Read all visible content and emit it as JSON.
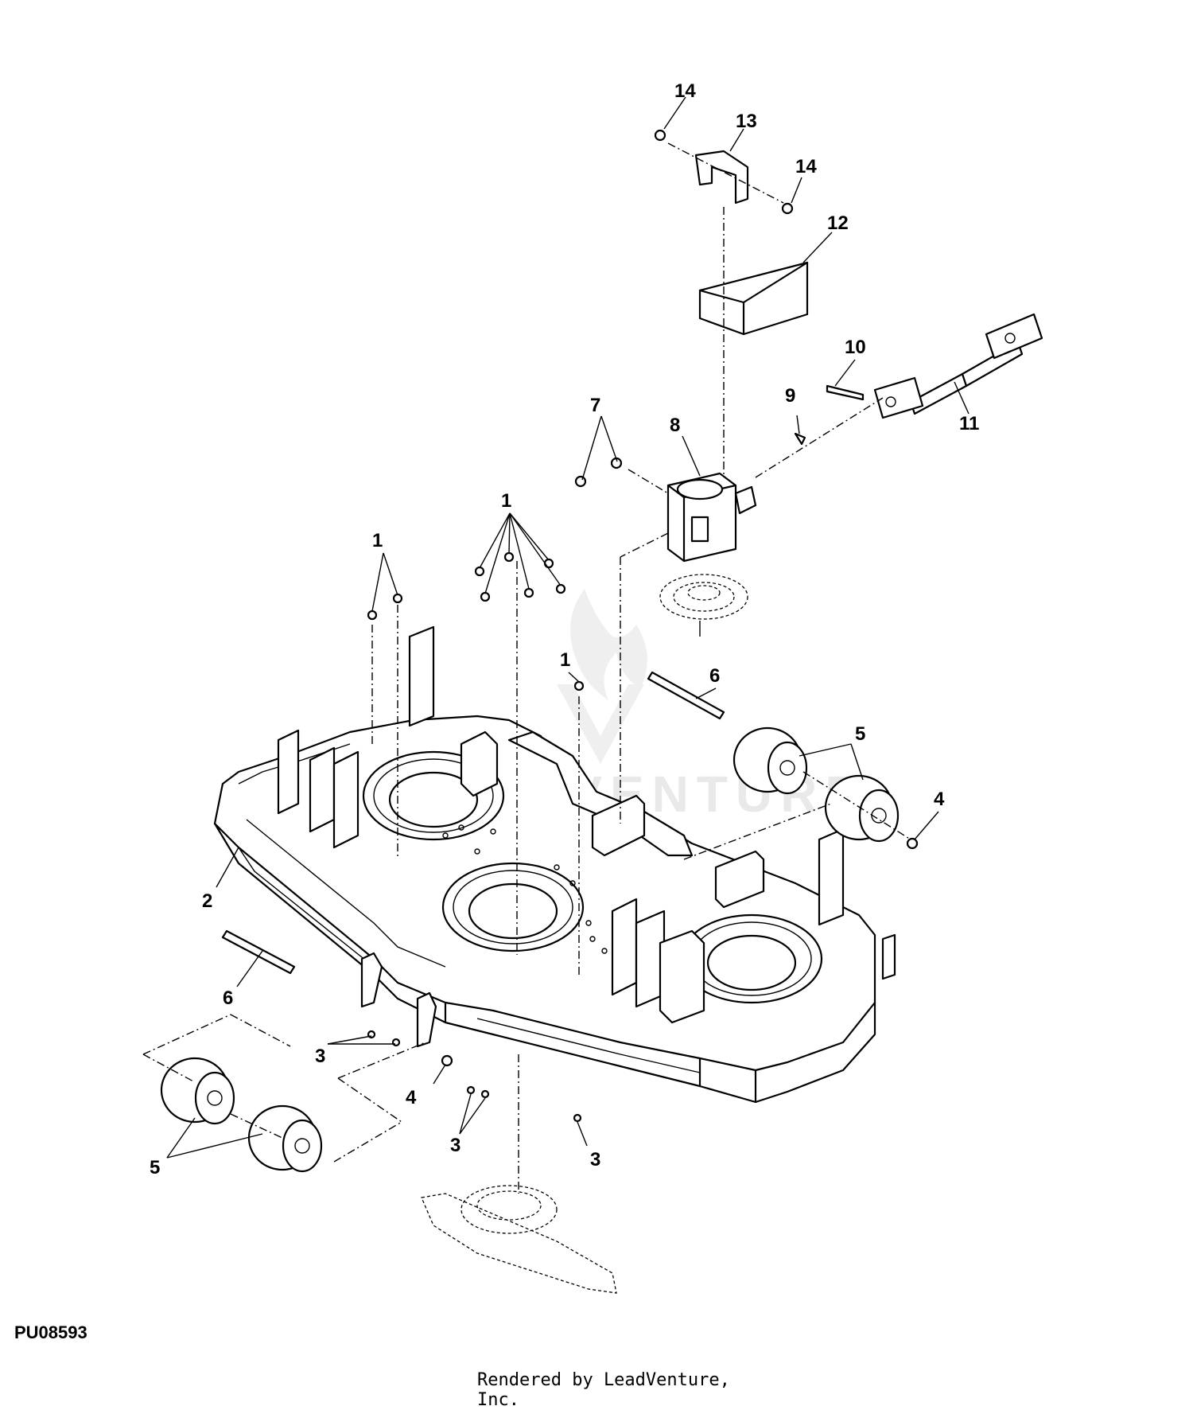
{
  "figure_id": "PU08593",
  "credit": "Rendered by LeadVenture, Inc.",
  "watermark_text": "LEADVENTURE",
  "callouts": [
    {
      "id": "c14a",
      "label": "14"
    },
    {
      "id": "c13",
      "label": "13"
    },
    {
      "id": "c14b",
      "label": "14"
    },
    {
      "id": "c12",
      "label": "12"
    },
    {
      "id": "c10",
      "label": "10"
    },
    {
      "id": "c9",
      "label": "9"
    },
    {
      "id": "c11",
      "label": "11"
    },
    {
      "id": "c7",
      "label": "7"
    },
    {
      "id": "c8",
      "label": "8"
    },
    {
      "id": "c1a",
      "label": "1"
    },
    {
      "id": "c1b",
      "label": "1"
    },
    {
      "id": "c1c",
      "label": "1"
    },
    {
      "id": "c6a",
      "label": "6"
    },
    {
      "id": "c5a",
      "label": "5"
    },
    {
      "id": "c4a",
      "label": "4"
    },
    {
      "id": "c2",
      "label": "2"
    },
    {
      "id": "c6b",
      "label": "6"
    },
    {
      "id": "c3a",
      "label": "3"
    },
    {
      "id": "c4b",
      "label": "4"
    },
    {
      "id": "c5b",
      "label": "5"
    },
    {
      "id": "c3b",
      "label": "3"
    },
    {
      "id": "c3c",
      "label": "3"
    }
  ]
}
